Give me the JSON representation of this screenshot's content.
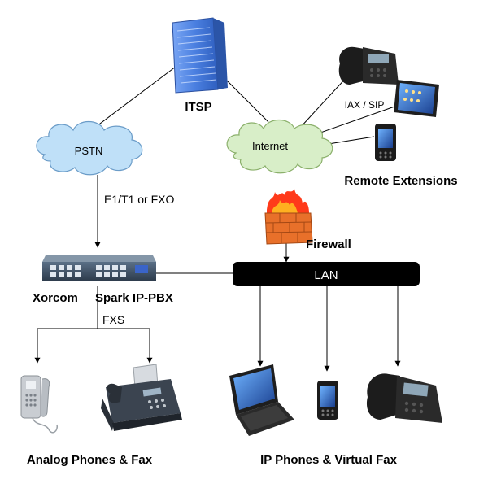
{
  "labels": {
    "itsp": "ITSP",
    "pstn": "PSTN",
    "internet": "Internet",
    "iax_sip": "IAX / SIP",
    "remote_extensions": "Remote Extensions",
    "e1_t1_fxo": "E1/T1 or FXO",
    "firewall": "Firewall",
    "lan": "LAN",
    "xorcom": "Xorcom",
    "spark_ip_pbx": "Spark IP-PBX",
    "fxs": "FXS",
    "analog_phones_fax": "Analog Phones & Fax",
    "ip_phones_virtual_fax": "IP Phones & Virtual Fax"
  },
  "colors": {
    "cloud_pstn": "#bfe0f8",
    "cloud_internet": "#d8eec8",
    "server_blue": "#4a7fe0",
    "firewall_brick": "#e8702a",
    "flame": "#ff3a1a",
    "lan_bar": "#000000",
    "line": "#000000"
  }
}
